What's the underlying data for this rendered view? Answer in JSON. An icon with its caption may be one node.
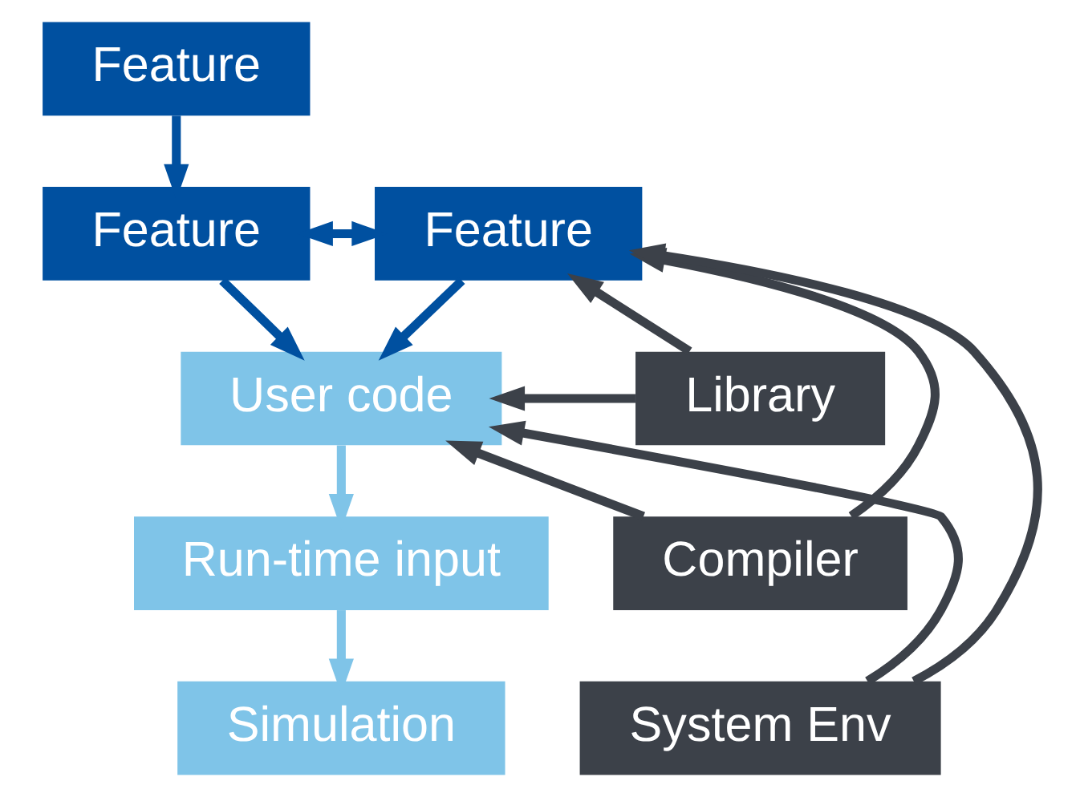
{
  "diagram": {
    "nodes": [
      {
        "text": [
          "Feature"
        ]
      },
      {
        "text": [
          "Feature"
        ]
      },
      {
        "text": [
          "Feature"
        ]
      },
      {
        "text": [
          "User code"
        ]
      },
      {
        "text": [
          "Run-time input"
        ]
      },
      {
        "text": [
          "Simulation"
        ]
      },
      {
        "text": [
          "Library"
        ]
      },
      {
        "text": [
          "Compiler"
        ]
      },
      {
        "text": [
          "System Env"
        ]
      }
    ],
    "edges": [
      {
        "from": 0,
        "to": 1,
        "arrow": "to"
      },
      {
        "from": 1,
        "to": 2,
        "arrow": "both"
      },
      {
        "from": 1,
        "to": 3,
        "arrow": "to"
      },
      {
        "from": 2,
        "to": 3,
        "arrow": "to"
      },
      {
        "from": 3,
        "to": 4,
        "arrow": "to",
        "color": "#7fc4e8"
      },
      {
        "from": 4,
        "to": 5,
        "arrow": "to",
        "color": "#7fc4e8"
      },
      {
        "from": 6,
        "to": 2,
        "arrow": "to",
        "color": "#3c4149"
      },
      {
        "from": 7,
        "to": 2,
        "arrow": "to",
        "color": "#3c4149"
      },
      {
        "from": 8,
        "to": 2,
        "arrow": "to",
        "color": "#3c4149"
      },
      {
        "from": 6,
        "to": 3,
        "arrow": "to",
        "color": "#3c4149"
      },
      {
        "from": 7,
        "to": 3,
        "arrow": "to",
        "color": "#3c4149"
      },
      {
        "from": 8,
        "to": 3,
        "arrow": "to",
        "color": "#3c4149"
      }
    ]
  }
}
